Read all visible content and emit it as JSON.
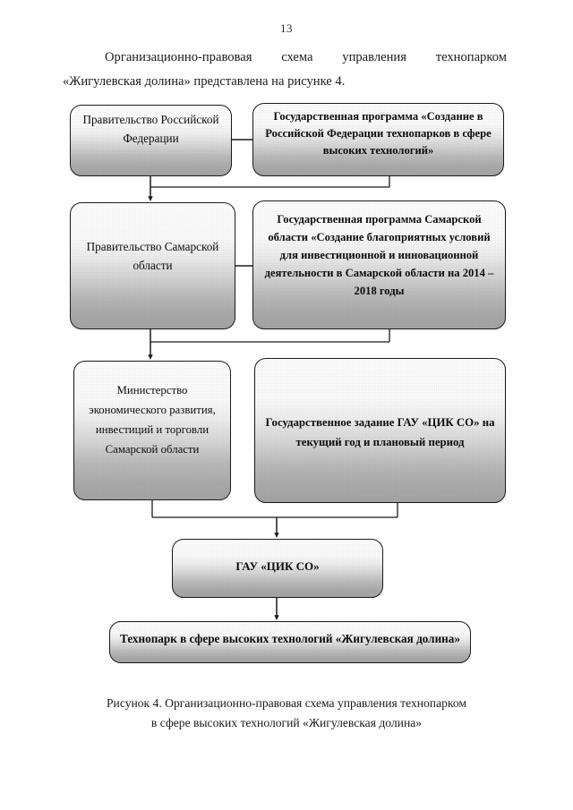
{
  "page": {
    "number": "13"
  },
  "intro": {
    "line1_words": [
      "Организационно-правовая",
      "схема",
      "управления",
      "технопарком"
    ],
    "line2": "«Жигулевская долина» представлена на рисунке 4."
  },
  "diagram": {
    "nodes": {
      "gov_rf": "Правительство Российской Федерации",
      "program_rf": "Государственная программа «Создание в Российской Федерации технопарков в сфере высоких технологий»",
      "gov_samara": "Правительство Самарской области",
      "program_samara": "Государственная программа Самарской области «Создание благоприятных условий для инвестиционной и инновационной деятельности в Самарской области на 2014 – 2018 годы",
      "ministry": "Министерство экономического развития, инвестиций и торговли Самарской области",
      "state_task": "Государственное задание ГАУ «ЦИК СО» на текущий год и плановый период",
      "gau": "ГАУ «ЦИК СО»",
      "technopark": "Технопарк в сфере высоких технологий «Жигулевская долина»"
    },
    "colors": {
      "box_border": "#1a1a1a",
      "box_fill_top": "#ffffff",
      "box_fill_bottom": "#a6a6a6",
      "connector": "#1a1a1a"
    }
  },
  "caption": {
    "line1": "Рисунок 4. Организационно-правовая схема управления технопарком",
    "line2": "в сфере высоких технологий «Жигулевская долина»"
  }
}
